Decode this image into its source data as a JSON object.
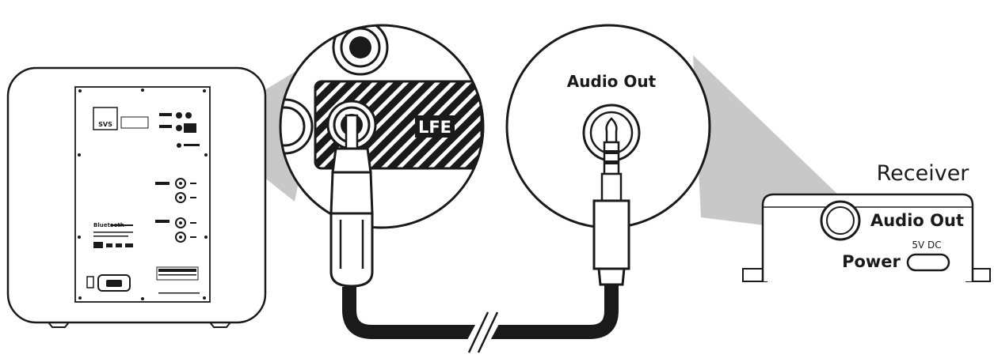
{
  "lfe_zoom": {
    "label": "LFE"
  },
  "audio_out_zoom": {
    "label": "Audio Out"
  },
  "receiver": {
    "title": "Receiver",
    "audio_out_label": "Audio Out",
    "power_label": "Power",
    "power_spec": "5V DC"
  },
  "subwoofer_panel": {
    "brand": "SVS",
    "bluetooth_label": "Bluetooth"
  },
  "colors": {
    "outline": "#1a1a1a",
    "callout_shadow": "#c8c8c8",
    "background": "#ffffff"
  }
}
